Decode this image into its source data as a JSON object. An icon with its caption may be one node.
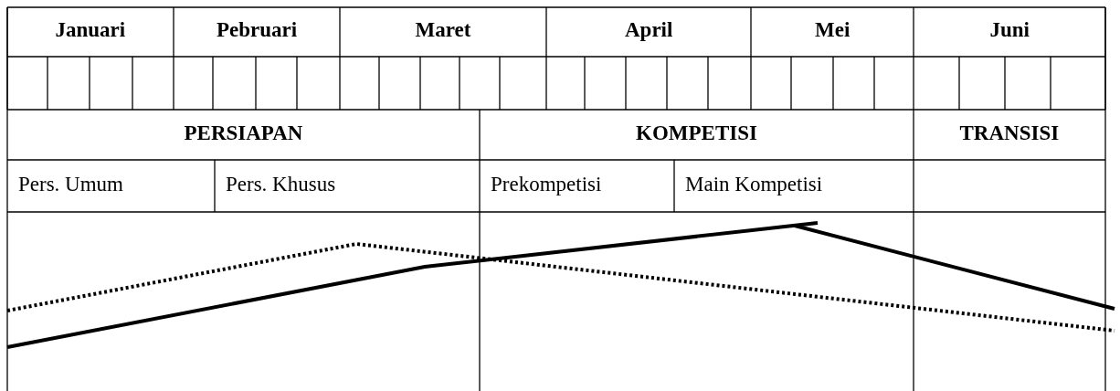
{
  "diagram": {
    "labels": [
      "Januari",
      "Pebruari",
      "Maret",
      "April",
      "Mei",
      "Juni",
      "PERSIAPAN",
      "KOMPETISI",
      "TRANSISI",
      "Pers. Umum",
      "Pers. Khusus",
      "Prekompetisi",
      "Main Kompetisi"
    ]
  }
}
